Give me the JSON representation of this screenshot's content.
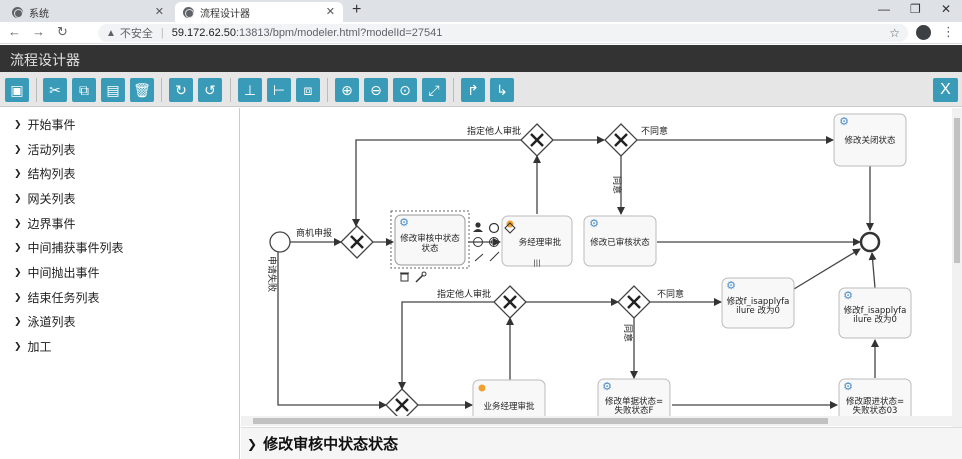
{
  "browser": {
    "tabs": [
      {
        "title": "系统",
        "active": false
      },
      {
        "title": "流程设计器",
        "active": true
      }
    ],
    "new_tab": "+",
    "security_label": "不安全",
    "url_host": "59.172.62.50",
    "url_path": ":13813/bpm/modeler.html?modelId=27541"
  },
  "app": {
    "title": "流程设计器"
  },
  "toolbar": {
    "close_label": "X"
  },
  "palette": {
    "items": [
      {
        "label": "开始事件"
      },
      {
        "label": "活动列表"
      },
      {
        "label": "结构列表"
      },
      {
        "label": "网关列表"
      },
      {
        "label": "边界事件"
      },
      {
        "label": "中间捕获事件列表"
      },
      {
        "label": "中间抛出事件"
      },
      {
        "label": "结束任务列表"
      },
      {
        "label": "泳道列表"
      },
      {
        "label": "加工"
      }
    ]
  },
  "diagram": {
    "tasks": {
      "t1": [
        "修改审核中状态",
        "状态"
      ],
      "t2": [
        "务经理审批"
      ],
      "t3": [
        "修改已审核状态"
      ],
      "t4": [
        "修改关闭状态"
      ],
      "t5": [
        "修改f_isapplyfa",
        "ilure 改为0"
      ],
      "t6": [
        "修改f_isapplyfa",
        "ilure 改为0"
      ],
      "t7": [
        "业务经理审批"
      ],
      "t8": [
        "修改单据状态=",
        "失败状态F"
      ],
      "t9": [
        "修改跟进状态=",
        "失败状态03"
      ]
    },
    "flow_labels": {
      "f1": "商机申报",
      "f2": "指定他人审批",
      "f3": "不同意",
      "f4": "同意",
      "f5": "申请失败",
      "f6": "指定他人审批",
      "f7": "不同意",
      "f8": "同意"
    },
    "task_marker": "|||"
  },
  "property_panel": {
    "title": "修改审核中状态状态"
  },
  "colors": {
    "accent": "#3a9bb8",
    "header": "#333333",
    "task_icon": "#4a8cc9",
    "user_icon": "#f0a030"
  }
}
